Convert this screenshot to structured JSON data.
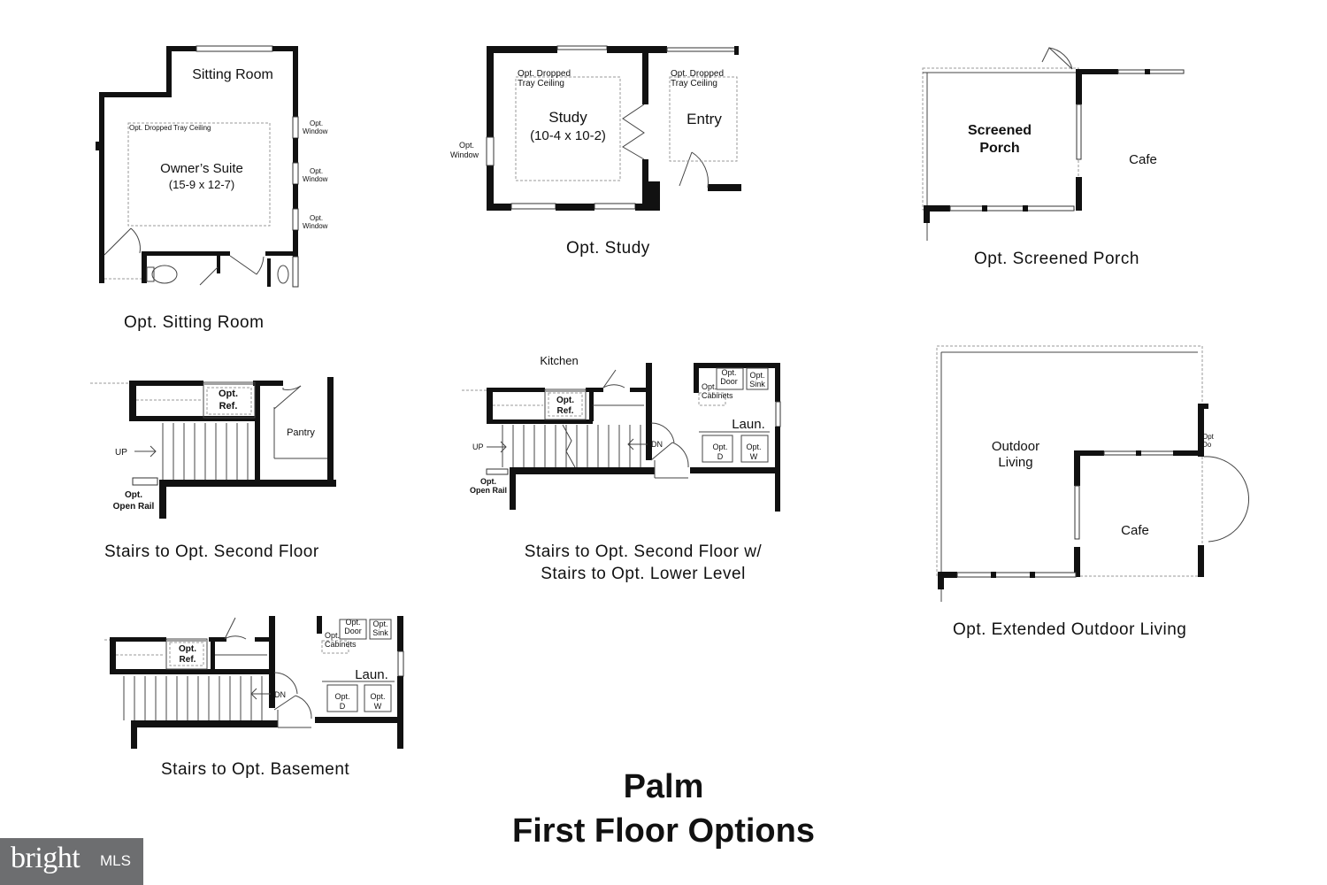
{
  "plan_name": "Palm",
  "plan_subtitle": "First Floor Options",
  "panels": {
    "sitting_room": {
      "caption": "Opt. Sitting Room",
      "room_top": "Sitting Room",
      "ceiling": "Opt. Dropped Tray Ceiling",
      "room": "Owner’s Suite",
      "dims": "(15-9 x 12-7)",
      "window_a": "Opt.",
      "window_b": "Window"
    },
    "study": {
      "caption": "Opt. Study",
      "ceiling_a": "Opt. Dropped",
      "ceiling_b": "Tray Ceiling",
      "room": "Study",
      "dims": "(10-4 x 10-2)",
      "entry": "Entry",
      "window_a": "Opt.",
      "window_b": "Window"
    },
    "screened_porch": {
      "caption": "Opt. Screened Porch",
      "room_a": "Screened",
      "room_b": "Porch",
      "cafe": "Cafe"
    },
    "stairs_second": {
      "caption": "Stairs to Opt. Second Floor",
      "ref_a": "Opt.",
      "ref_b": "Ref.",
      "pantry": "Pantry",
      "up": "UP",
      "rail_a": "Opt.",
      "rail_b": "Open Rail"
    },
    "stairs_second_lower": {
      "caption_a": "Stairs to Opt. Second Floor w/",
      "caption_b": "Stairs to Opt. Lower Level",
      "kitchen": "Kitchen",
      "ref_a": "Opt.",
      "ref_b": "Ref.",
      "door_a": "Opt.",
      "door_b": "Door",
      "sink_a": "Opt.",
      "sink_b": "Sink",
      "cab_a": "Opt.",
      "cab_b": "Cabinets",
      "laun": "Laun.",
      "d_a": "Opt.",
      "d_b": "D",
      "w_a": "Opt.",
      "w_b": "W",
      "up": "UP",
      "dn": "DN",
      "rail_a": "Opt.",
      "rail_b": "Open Rail"
    },
    "outdoor_living": {
      "caption": "Opt. Extended Outdoor Living",
      "room_a": "Outdoor",
      "room_b": "Living",
      "cafe": "Cafe",
      "door_a": "Opt",
      "door_b": "Do"
    },
    "basement": {
      "caption": "Stairs to Opt. Basement",
      "ref_a": "Opt.",
      "ref_b": "Ref.",
      "door_a": "Opt.",
      "door_b": "Door",
      "sink_a": "Opt.",
      "sink_b": "Sink",
      "cab_a": "Opt.",
      "cab_b": "Cabinets",
      "laun": "Laun.",
      "d_a": "Opt.",
      "d_b": "D",
      "w_a": "Opt.",
      "w_b": "W",
      "dn": "DN"
    }
  },
  "watermark": {
    "brand": "bright",
    "suffix": "MLS"
  }
}
